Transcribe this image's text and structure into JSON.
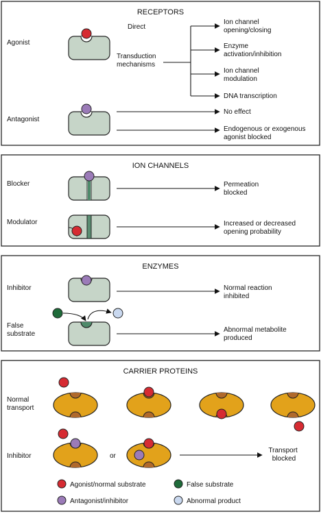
{
  "colors": {
    "receptor_fill": "#c6d5c8",
    "carrier_fill": "#e2a21b",
    "carrier_pocket": "#b0692b",
    "agonist_red": "#d62b32",
    "antagonist_purple": "#9b7bb8",
    "false_substrate_green": "#1f6b3a",
    "abnormal_product_blue": "#c9d8ef",
    "outline": "#222222"
  },
  "receptors": {
    "title": "RECEPTORS",
    "agonist_label": "Agonist",
    "direct_label": "Direct",
    "transduction_label": [
      "Transduction",
      "mechanisms"
    ],
    "outcomes": [
      [
        "Ion channel",
        "opening/closing"
      ],
      [
        "Enzyme",
        "activation/inhibition"
      ],
      [
        "Ion channel",
        "modulation"
      ],
      [
        "DNA transcription"
      ]
    ],
    "antagonist_label": "Antagonist",
    "antagonist_outcomes": [
      [
        "No effect"
      ],
      [
        "Endogenous or exogenous",
        "agonist blocked"
      ]
    ]
  },
  "ion_channels": {
    "title": "ION CHANNELS",
    "blocker_label": "Blocker",
    "blocker_outcome": [
      "Permeation",
      "blocked"
    ],
    "modulator_label": "Modulator",
    "modulator_outcome": [
      "Increased or decreased",
      "opening probability"
    ]
  },
  "enzymes": {
    "title": "ENZYMES",
    "inhibitor_label": "Inhibitor",
    "inhibitor_outcome": [
      "Normal reaction",
      "inhibited"
    ],
    "false_substrate_label": [
      "False",
      "substrate"
    ],
    "false_substrate_outcome": [
      "Abnormal metabolite",
      "produced"
    ]
  },
  "carrier_proteins": {
    "title": "CARRIER PROTEINS",
    "normal_label": [
      "Normal",
      "transport"
    ],
    "inhibitor_label": "Inhibitor",
    "or_label": "or",
    "outcome": [
      "Transport",
      "blocked"
    ]
  },
  "legend": [
    {
      "label": "Agonist/normal substrate",
      "color": "#d62b32"
    },
    {
      "label": "False substrate",
      "color": "#1f6b3a"
    },
    {
      "label": "Antagonist/inhibitor",
      "color": "#9b7bb8"
    },
    {
      "label": "Abnormal product",
      "color": "#c9d8ef"
    }
  ]
}
